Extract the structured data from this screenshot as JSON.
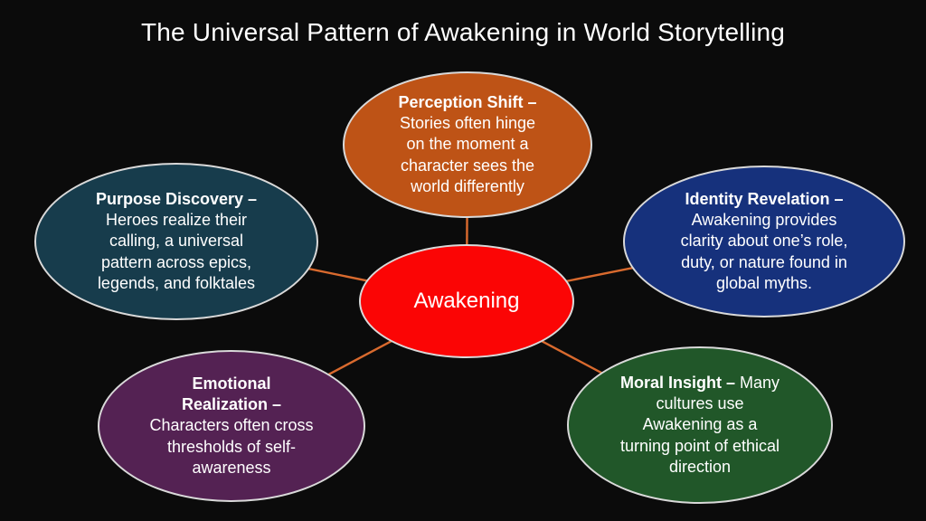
{
  "title": "The Universal Pattern of Awakening in World Storytelling",
  "center": {
    "label": "Awakening",
    "fill": "#fb0505"
  },
  "nodes": [
    {
      "id": "perception-shift",
      "heading": "Perception Shift –",
      "body": "\nStories often hinge\non the moment a\ncharacter sees the\nworld differently",
      "fill": "#be5316"
    },
    {
      "id": "purpose-discovery",
      "heading": "Purpose Discovery –",
      "body": "\nHeroes realize their\ncalling, a universal\npattern across epics,\nlegends, and folktales",
      "fill": "#173c4c"
    },
    {
      "id": "identity-revelation",
      "heading": "Identity Revelation –",
      "body": "\nAwakening provides\nclarity about one’s role,\nduty, or nature found in\nglobal myths.",
      "fill": "#16317c"
    },
    {
      "id": "emotional-realization",
      "heading": "Emotional\nRealization –",
      "body": "\nCharacters often cross\nthresholds of self-\nawareness",
      "fill": "#542253"
    },
    {
      "id": "moral-insight",
      "heading": "Moral Insight –",
      "body": " Many\ncultures use\nAwakening as a\nturning point of ethical\ndirection",
      "fill": "#215729"
    }
  ],
  "colors": {
    "background": "#0b0b0b",
    "connector": "#d96a2e",
    "ellipse_outline": "#d9d9d9",
    "text": "#ffffff"
  }
}
